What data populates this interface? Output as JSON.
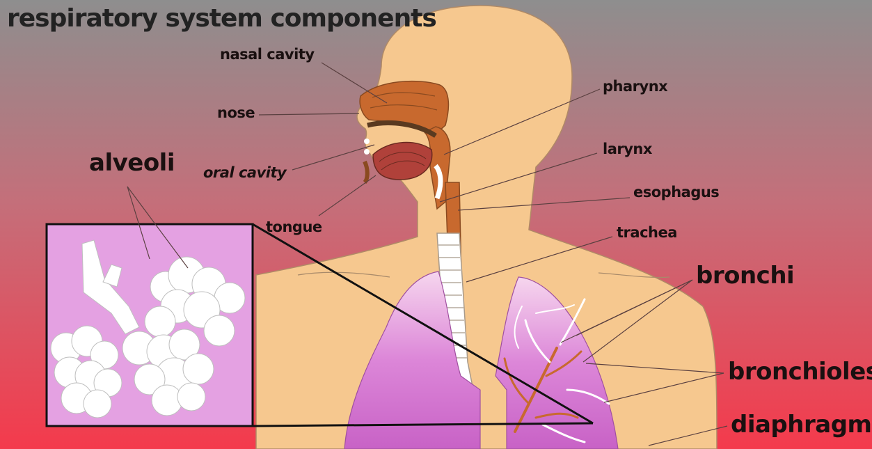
{
  "title": "respiratory system components",
  "labels": {
    "nasal_cavity": "nasal cavity",
    "nose": "nose",
    "oral_cavity": "oral cavity",
    "tongue": "tongue",
    "alveoli": "alveoli",
    "pharynx": "pharynx",
    "larynx": "larynx",
    "esophagus": "esophagus",
    "trachea": "trachea",
    "bronchi": "bronchi",
    "bronchioles": "bronchioles",
    "diaphragm": "diaphragm"
  },
  "colors": {
    "background_top": "#8f8f8f",
    "background_bottom": "#f23c50",
    "skin": "#f6c88f",
    "lung": "#d87fd6",
    "inset_fill": "#e4a1e2",
    "airway": "#c8692e",
    "cartilage": "#ffffff"
  }
}
